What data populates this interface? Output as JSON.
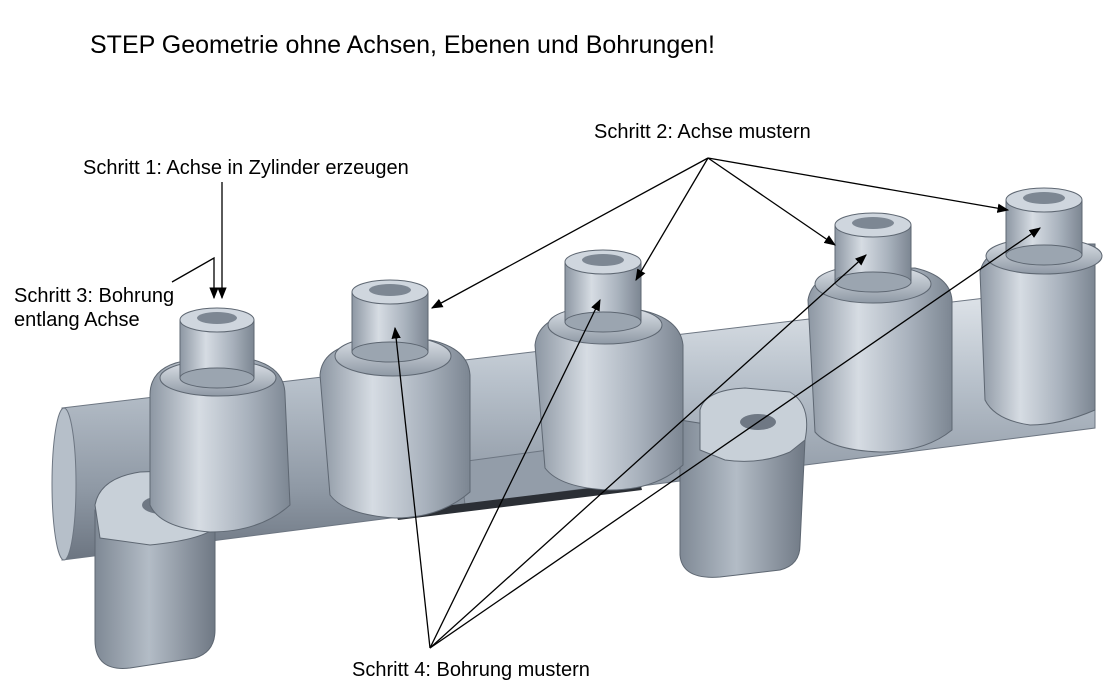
{
  "title": "STEP Geometrie ohne Achsen, Ebenen und Bohrungen!",
  "labels": {
    "step1": "Schritt 1: Achse in Zylinder erzeugen",
    "step2": "Schritt 2: Achse mustern",
    "step3_line1": "Schritt 3: Bohrung",
    "step3_line2": "entlang Achse",
    "step4": "Schritt 4: Bohrung mustern"
  },
  "colors": {
    "part_base": "#a9b2bd",
    "part_light": "#d3d9e0",
    "part_dark": "#6d7682",
    "edge": "#58606b",
    "arrow": "#000000"
  }
}
